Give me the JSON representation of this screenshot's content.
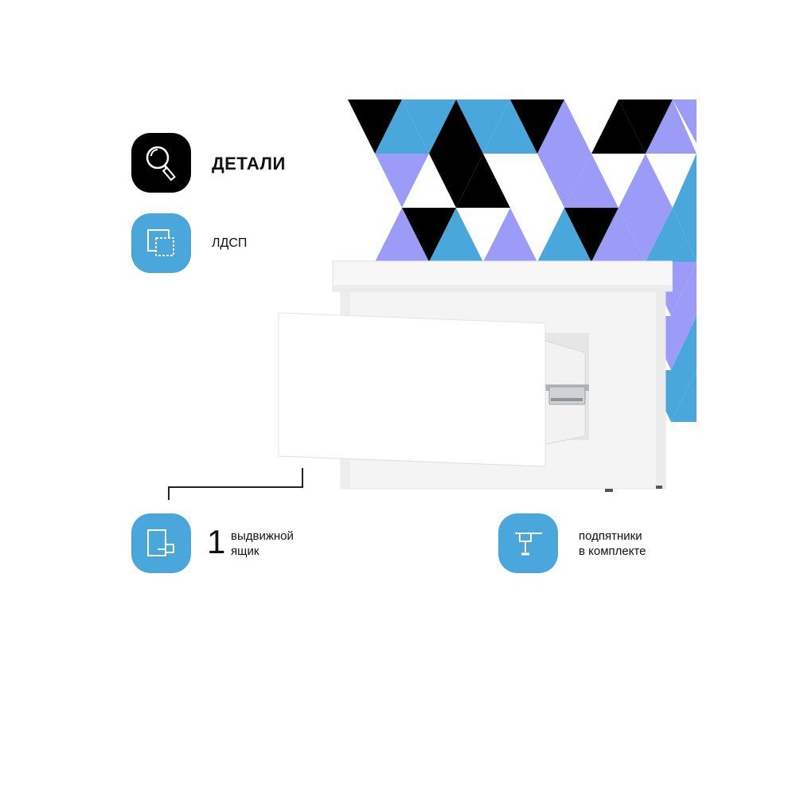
{
  "details": {
    "title": "ДЕТАЛИ",
    "icon": "magnifier-icon"
  },
  "material": {
    "label": "ЛДСП",
    "icon": "panel-icon"
  },
  "drawer": {
    "count": "1",
    "line1": "выдвижной",
    "line2": "ящик",
    "icon": "drawer-icon"
  },
  "feet": {
    "line1": "подпятники",
    "line2": "в комплекте",
    "icon": "furniture-foot-icon"
  },
  "colors": {
    "accent_blue": "#4aa7dc",
    "pattern_black": "#000000",
    "pattern_blue": "#4aa7dc",
    "pattern_purple": "#9c9cf8",
    "pattern_white": "#ffffff"
  }
}
